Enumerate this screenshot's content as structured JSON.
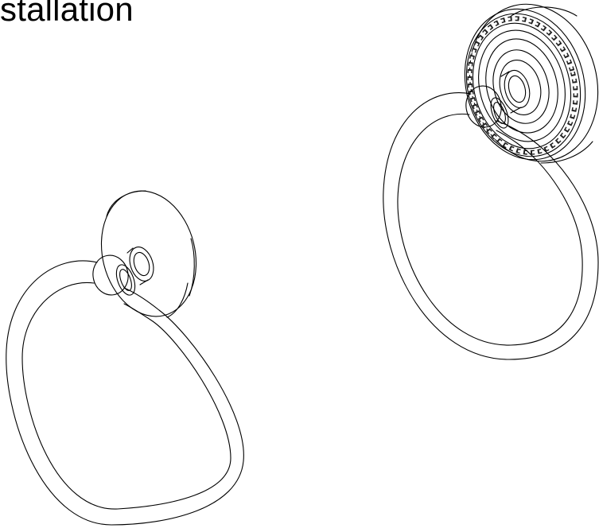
{
  "heading": {
    "text": "stallation"
  },
  "figures": [
    {
      "id": "towel-ring-plain",
      "component": "round-flange-towel-ring"
    },
    {
      "id": "towel-ring-ornate",
      "component": "rope-trim-flange-towel-ring"
    }
  ],
  "colors": {
    "line": "#000000",
    "background": "#ffffff"
  }
}
